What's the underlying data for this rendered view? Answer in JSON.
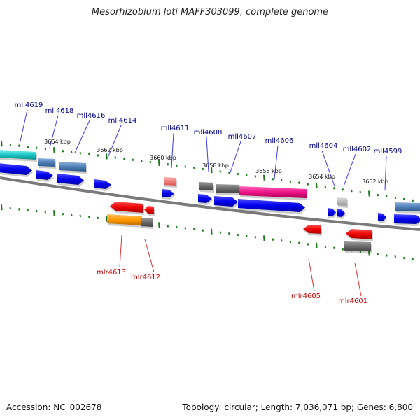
{
  "title": "Mesorhizobium loti MAFF303099, complete genome",
  "footer": {
    "accession": "Accession: NC_002678",
    "summary": "Topology: circular; Length: 7,036,071 bp; Genes: 6,800"
  },
  "scale_labels": [
    "3664 kbp",
    "3662 kbp",
    "3660 kbp",
    "3658 kbp",
    "3656 kbp",
    "3654 kbp",
    "3652 kbp"
  ],
  "top_genes": [
    "mll4619",
    "mll4618",
    "mll4616",
    "mll4614",
    "mll4611",
    "mll4608",
    "mll4607",
    "mll4606",
    "mll4604",
    "mll4602",
    "mll4599"
  ],
  "bottom_genes": [
    "mlr4613",
    "mlr4612",
    "mlr4605",
    "mlr4601"
  ],
  "colors": {
    "top_label": "#00008b",
    "bottom_label": "#cc0000",
    "tick": "#1a7a1a",
    "backbone": "#7a7a7a"
  }
}
